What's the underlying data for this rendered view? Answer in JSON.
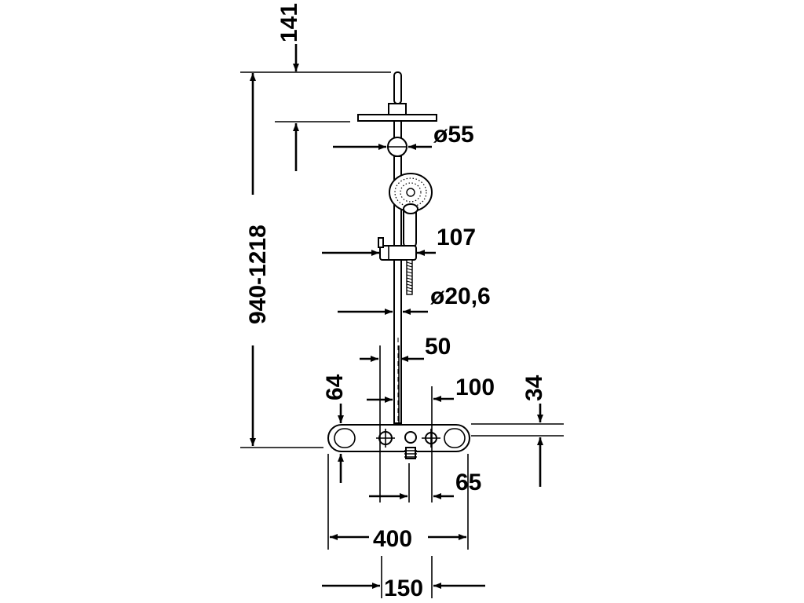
{
  "dimensions": {
    "d141": "141",
    "d55": "ø55",
    "d107": "107",
    "d940_1218": "940-1218",
    "d20_6": "ø20,6",
    "d50": "50",
    "d64": "64",
    "d100": "100",
    "d34": "34",
    "d65": "65",
    "d400": "400",
    "d150": "150"
  },
  "colors": {
    "ink": "#000000",
    "paper": "#ffffff"
  }
}
